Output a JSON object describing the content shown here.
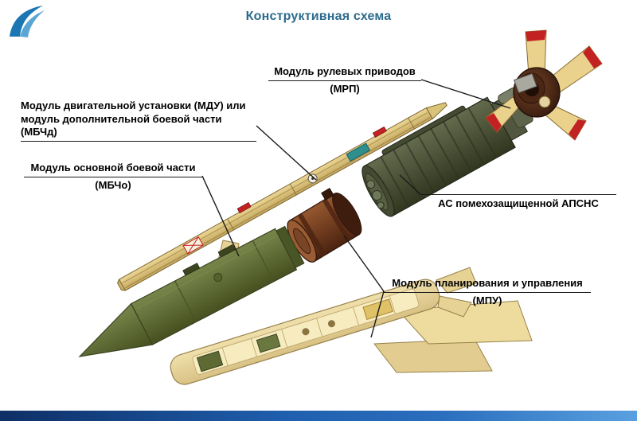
{
  "title": "Конструктивная схема",
  "labels": {
    "mrp": {
      "line1": "Модуль рулевых приводов",
      "line2": "(МРП)"
    },
    "mdu": {
      "line1": "Модуль двигательной установки (МДУ) или",
      "line2": "модуль дополнительной боевой части (МБЧд)"
    },
    "mbcho": {
      "line1": "Модуль основной боевой части",
      "line2": "(МБЧо)"
    },
    "apsns": {
      "text": "АС помехозащищенной АПСНС"
    },
    "mpu": {
      "line1": "Модуль планирования и управления",
      "line2": "(МПУ)"
    }
  },
  "colors": {
    "title": "#2d6b8d",
    "label_text": "#000000",
    "leader_line": "#1a1a1a",
    "beam_tan": "#d9c27a",
    "warhead_green": "#68763f",
    "guidance_olive": "#4c523a",
    "drum_brown": "#7a4526",
    "tail_brown": "#46220f",
    "glider_tan": "#ecd9a0",
    "accent_red": "#c32222",
    "accent_teal": "#2f8f8f",
    "footer_left": "#0e2f66",
    "footer_right": "#5aa0e0",
    "logo_blue": "#1b76b4"
  }
}
